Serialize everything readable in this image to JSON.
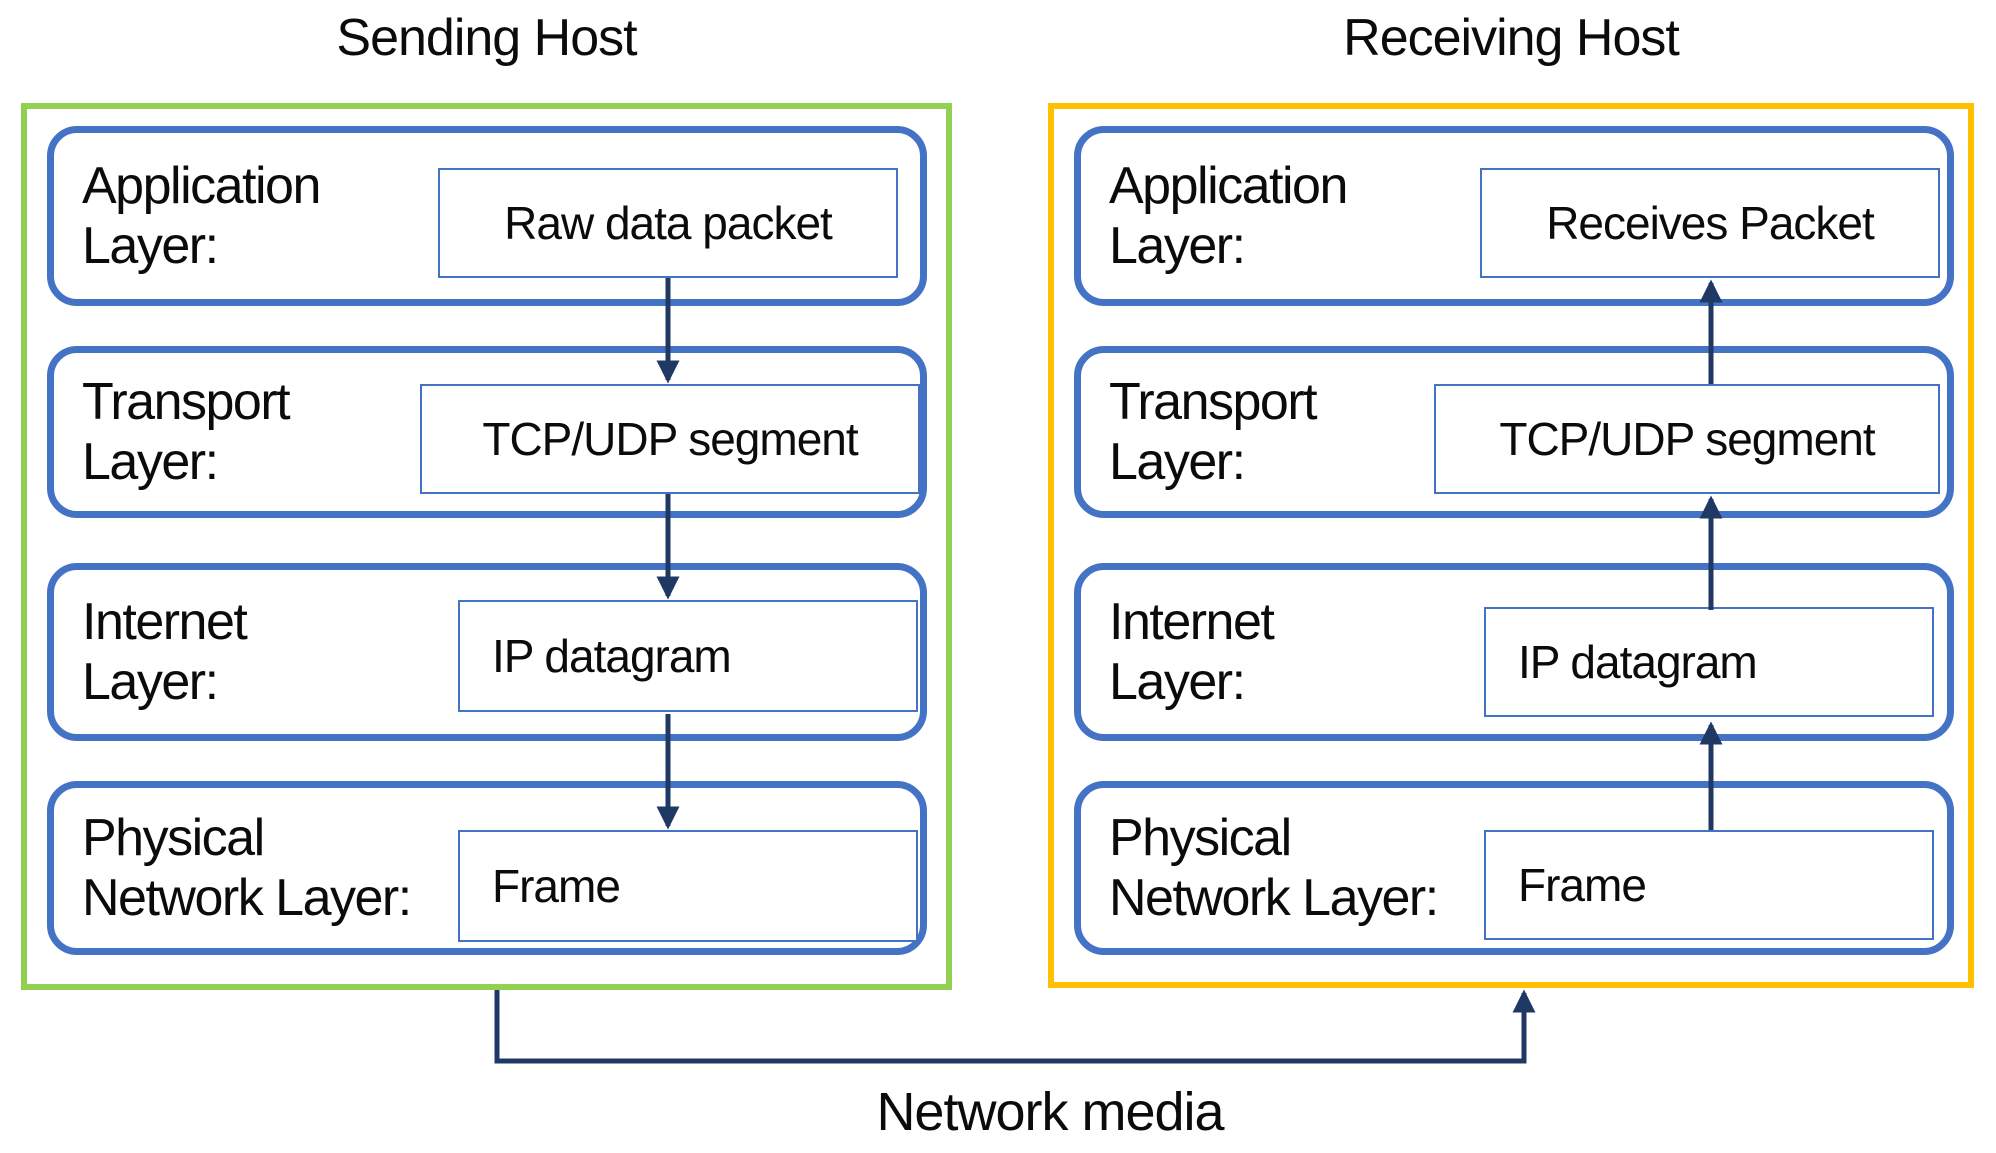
{
  "titles": {
    "sending": "Sending Host",
    "receiving": "Receiving Host"
  },
  "network_media_label": "Network media",
  "colors": {
    "sending_border": "#92D050",
    "receiving_border": "#FFC000",
    "layer_border": "#4472C4",
    "payload_border": "#4472C4",
    "arrow": "#1F3864"
  },
  "sending": {
    "layers": [
      {
        "label_line1": "Application",
        "label_line2": "Layer:",
        "payload": "Raw data packet"
      },
      {
        "label_line1": "Transport",
        "label_line2": "Layer:",
        "payload": "TCP/UDP segment"
      },
      {
        "label_line1": "Internet",
        "label_line2": "Layer:",
        "payload": "IP datagram"
      },
      {
        "label_line1": "Physical",
        "label_line2": "Network Layer:",
        "payload": "Frame"
      }
    ],
    "flow_direction": "down"
  },
  "receiving": {
    "layers": [
      {
        "label_line1": "Application",
        "label_line2": "Layer:",
        "payload": "Receives Packet"
      },
      {
        "label_line1": "Transport",
        "label_line2": "Layer:",
        "payload": "TCP/UDP segment"
      },
      {
        "label_line1": "Internet",
        "label_line2": "Layer:",
        "payload": "IP datagram"
      },
      {
        "label_line1": "Physical",
        "label_line2": "Network Layer:",
        "payload": "Frame"
      }
    ],
    "flow_direction": "up"
  }
}
